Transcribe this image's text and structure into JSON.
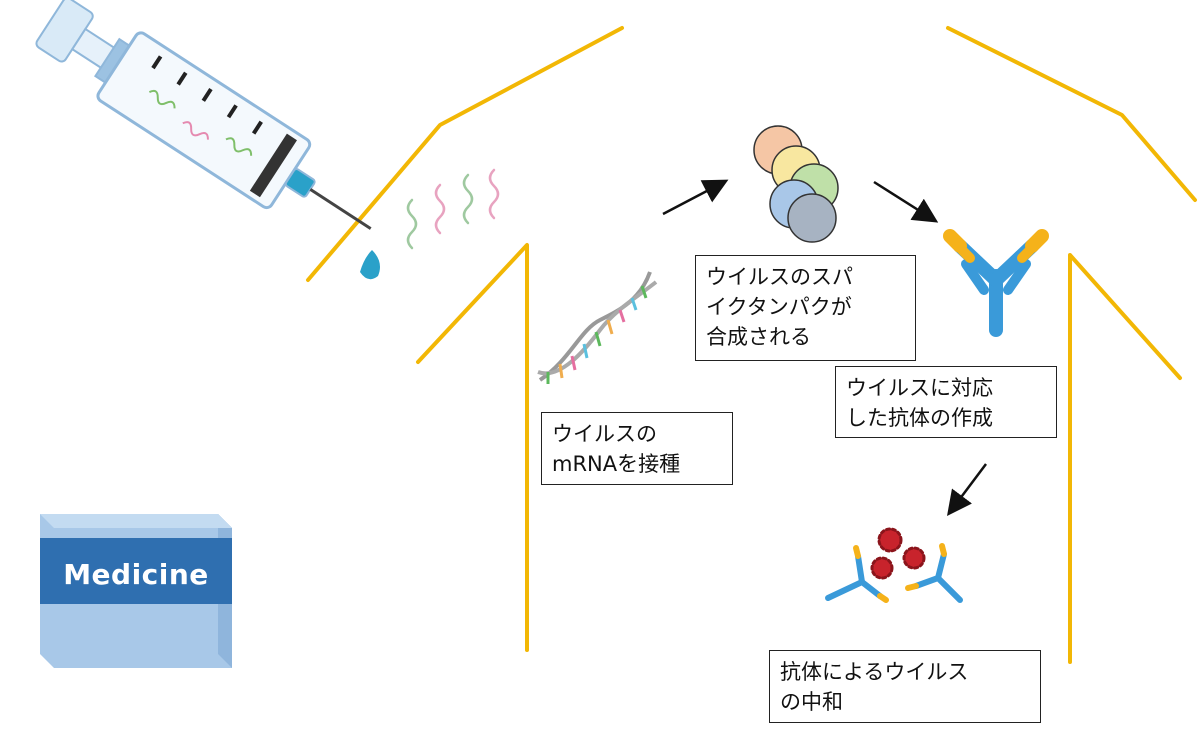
{
  "labels": {
    "vaccine": [
      "ウイルスの",
      "mRNAを接種"
    ],
    "spike": [
      "ウイルスのスパ",
      "イクタンパクが",
      "合成される"
    ],
    "antibody_make": [
      "ウイルスに対応",
      "した抗体の作成"
    ],
    "neutralize": [
      "抗体によるウイルス",
      "の中和"
    ]
  },
  "medicine_box": {
    "label": "Medicine"
  },
  "colors": {
    "body_outline": "#f2b705",
    "antibody_blue": "#3a9ad9",
    "antibody_yellow": "#f5b21a",
    "virus_red": "#c8232c",
    "medicine_blue": "#a8c8e8",
    "medicine_band": "#2f6fb0"
  }
}
